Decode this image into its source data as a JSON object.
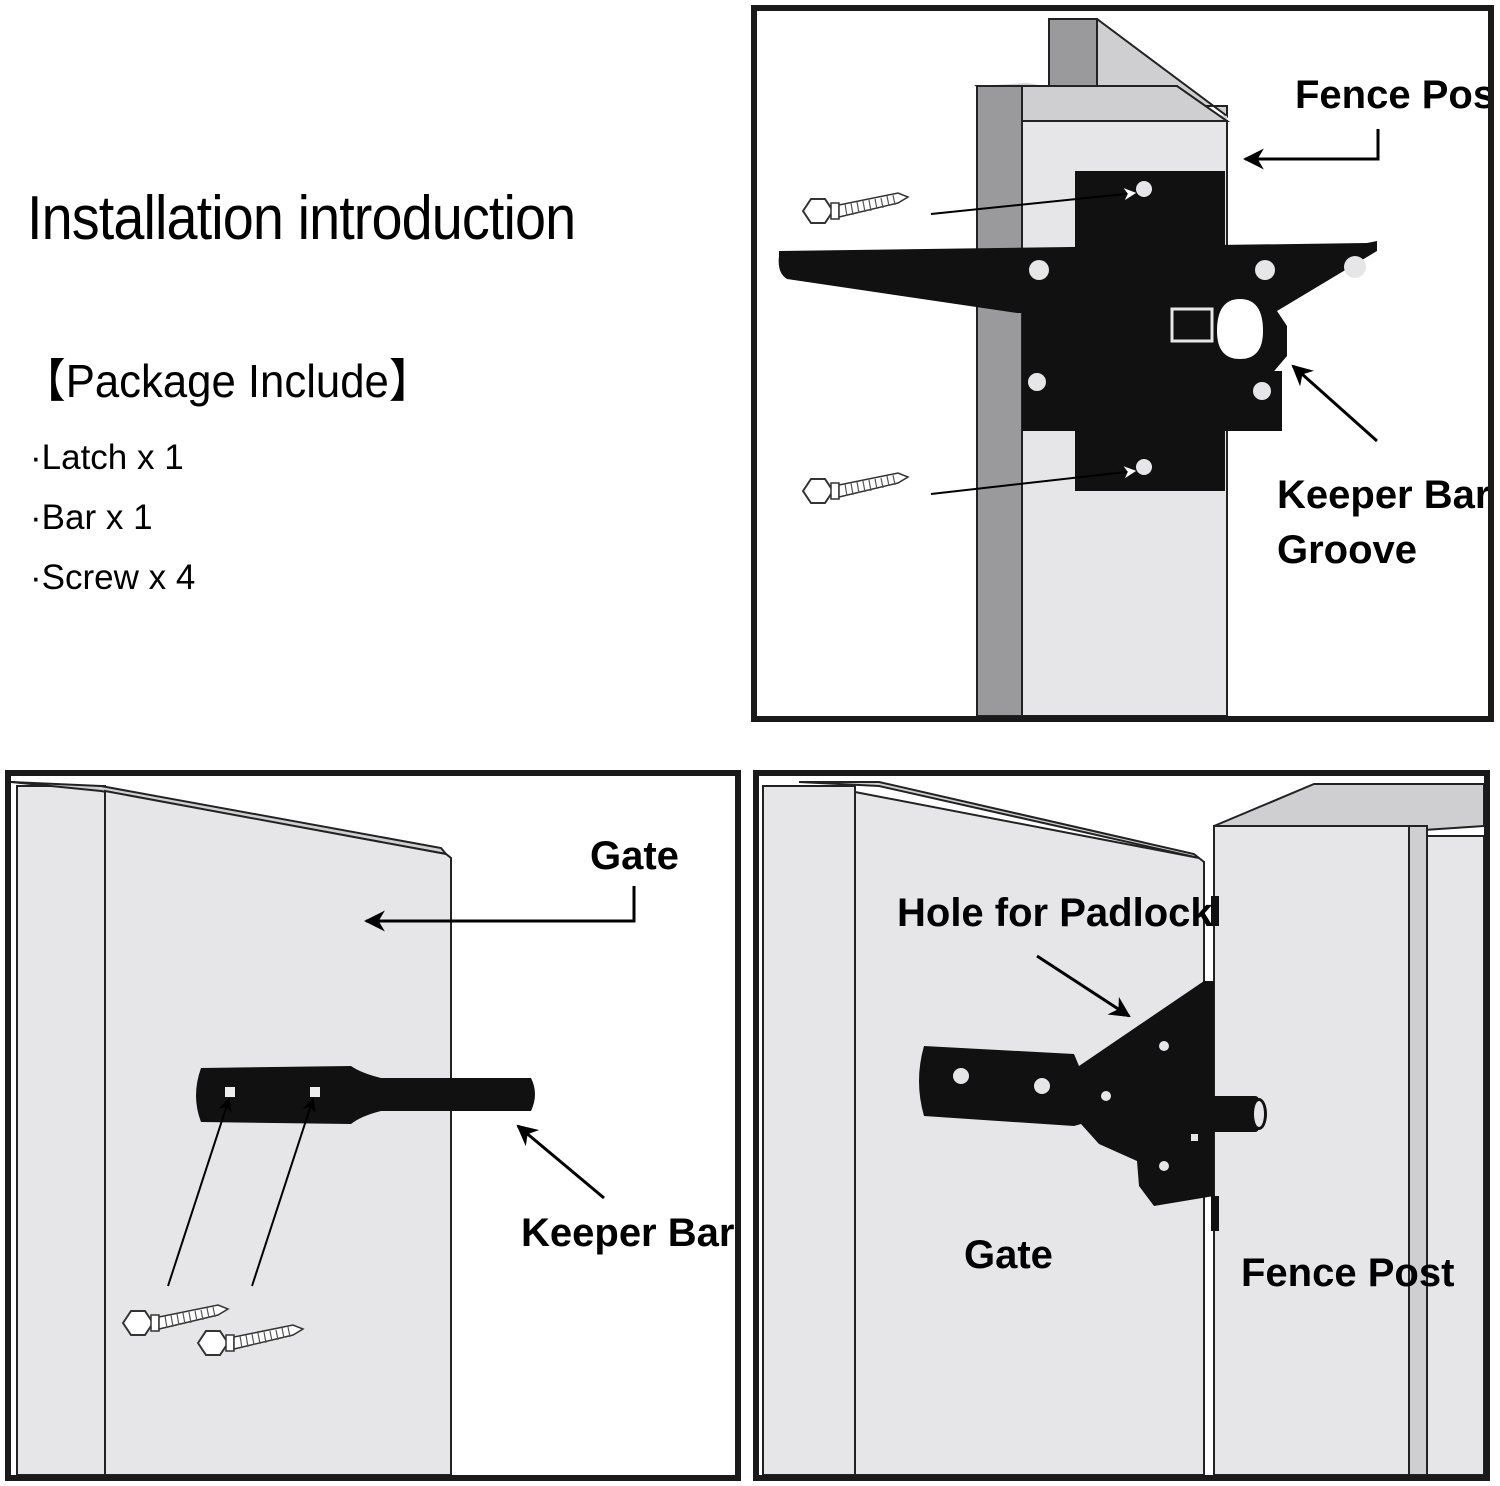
{
  "intro": {
    "title": "Installation introduction",
    "package_heading": "【Package Include】",
    "package_items": [
      "·Latch x 1",
      "·Bar x 1",
      "·Screw x 4"
    ]
  },
  "panels": {
    "post": {
      "label_fence_post": "Fence Post",
      "label_groove_line1": "Keeper Bar",
      "label_groove_line2": "Groove"
    },
    "bar": {
      "label_gate": "Gate",
      "label_keeper_bar": "Keeper Bar"
    },
    "installed": {
      "label_padlock": "Hole for Padlock",
      "label_gate": "Gate",
      "label_fence_post": "Fence Post"
    }
  },
  "colors": {
    "latch": "#111111",
    "post_face": "#e6e6e8",
    "post_side": "#9a9a9c",
    "post_top": "#cfcfd1",
    "frame": "#1a1a1a"
  }
}
